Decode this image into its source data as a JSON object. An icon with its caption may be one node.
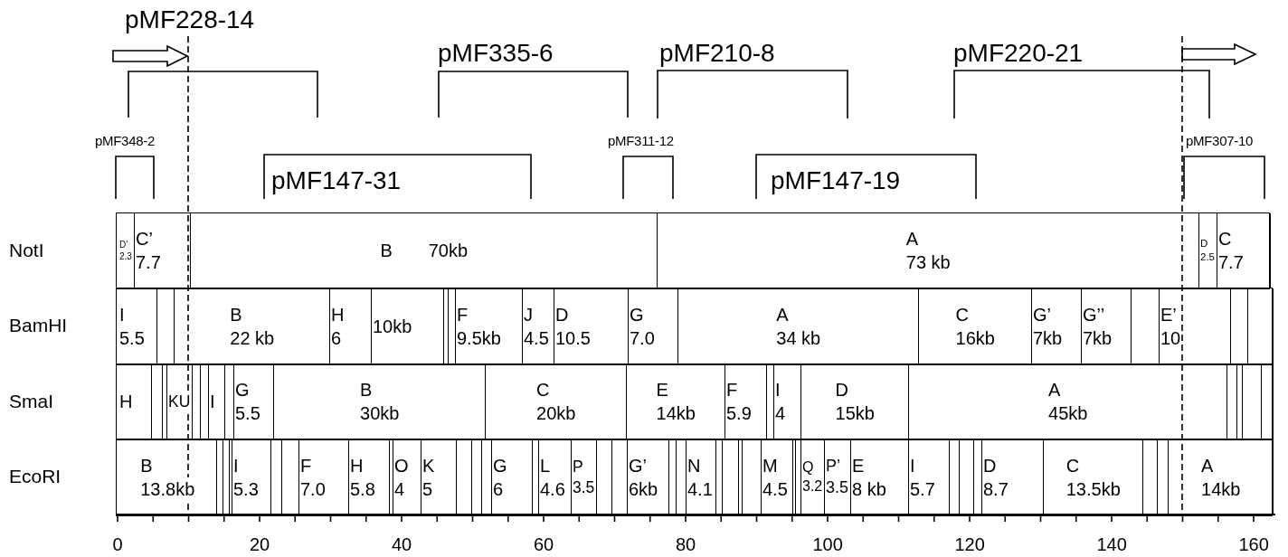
{
  "diagram": {
    "nodes": [
      {
        "text": [
          "pMF228-14"
        ]
      },
      {
        "text": [
          "pMF335-6"
        ]
      },
      {
        "text": [
          "pMF210-8"
        ]
      },
      {
        "text": [
          "pMF220-21"
        ]
      },
      {
        "text": [
          "pMF348-2"
        ]
      },
      {
        "text": [
          "pMF311-12"
        ]
      },
      {
        "text": [
          "pMF307-10"
        ]
      },
      {
        "text": [
          "pMF147-31"
        ]
      },
      {
        "text": [
          "pMF147-19"
        ]
      },
      {
        "text": [],
        "shape": "bar",
        "beside": [
          "NotI"
        ]
      },
      {
        "text": [
          "D’",
          "2.3"
        ],
        "in": 9
      },
      {
        "text": [
          "C’",
          "7.7"
        ],
        "in": 9
      },
      {
        "text": [
          "B",
          "70kb"
        ],
        "in": 9
      },
      {
        "text": [
          "A",
          "73 kb"
        ],
        "in": 9
      },
      {
        "text": [
          "D",
          "2.5"
        ],
        "in": 9
      },
      {
        "text": [
          "C",
          "7.7"
        ],
        "in": 9
      },
      {
        "text": [],
        "shape": "bar",
        "beside": [
          "BamHI"
        ]
      },
      {
        "text": [
          "I",
          "5.5"
        ],
        "in": 16
      },
      {
        "text": [],
        "shape": "box",
        "in": 16
      },
      {
        "text": [
          "B",
          "22 kb"
        ],
        "in": 16
      },
      {
        "text": [
          "H",
          "6"
        ],
        "in": 16
      },
      {
        "text": [
          "10kb"
        ],
        "in": 16
      },
      {
        "text": [],
        "shape": "box",
        "in": 16
      },
      {
        "text": [],
        "shape": "box",
        "in": 16
      },
      {
        "text": [
          "F",
          "9.5kb"
        ],
        "in": 16
      },
      {
        "text": [
          "J",
          "4.5"
        ],
        "in": 16
      },
      {
        "text": [
          "D",
          "10.5"
        ],
        "in": 16
      },
      {
        "text": [
          "G",
          "7.0"
        ],
        "in": 16
      },
      {
        "text": [
          "A",
          "34 kb"
        ],
        "in": 16
      },
      {
        "text": [
          "C",
          "16kb"
        ],
        "in": 16
      },
      {
        "text": [
          "G’",
          "7kb"
        ],
        "in": 16
      },
      {
        "text": [
          "G’’",
          "7kb"
        ],
        "in": 16
      },
      {
        "text": [],
        "shape": "box",
        "in": 16
      },
      {
        "text": [
          "E’",
          "10"
        ],
        "in": 16
      },
      {
        "text": [],
        "shape": "box",
        "in": 16
      },
      {
        "text": [],
        "shape": "box",
        "in": 16
      },
      {
        "text": [],
        "shape": "bar",
        "beside": [
          "SmaI"
        ]
      },
      {
        "text": [
          "H"
        ],
        "in": 36
      },
      {
        "text": [],
        "shape": "box",
        "in": 36
      },
      {
        "text": [],
        "shape": "box",
        "in": 36
      },
      {
        "text": [
          "KU"
        ],
        "in": 36
      },
      {
        "text": [],
        "shape": "box",
        "in": 36
      },
      {
        "text": [],
        "shape": "box",
        "in": 36
      },
      {
        "text": [
          "I"
        ],
        "in": 36
      },
      {
        "text": [],
        "shape": "box",
        "in": 36
      },
      {
        "text": [
          "G",
          "5.5"
        ],
        "in": 36
      },
      {
        "text": [
          "B",
          "30kb"
        ],
        "in": 36
      },
      {
        "text": [
          "C",
          "20kb"
        ],
        "in": 36
      },
      {
        "text": [
          "E",
          "14kb"
        ],
        "in": 36
      },
      {
        "text": [
          "F",
          "5.9"
        ],
        "in": 36
      },
      {
        "text": [],
        "shape": "box",
        "in": 36
      },
      {
        "text": [
          "I",
          "4"
        ],
        "in": 36
      },
      {
        "text": [
          "D",
          "15kb"
        ],
        "in": 36
      },
      {
        "text": [
          "A",
          "45kb"
        ],
        "in": 36
      },
      {
        "text": [],
        "shape": "box",
        "in": 36
      },
      {
        "text": [],
        "shape": "box",
        "in": 36
      },
      {
        "text": [],
        "shape": "box",
        "in": 36
      },
      {
        "text": [],
        "shape": "box",
        "in": 36
      },
      {
        "text": [],
        "shape": "bar",
        "beside": [
          "EcoRI"
        ]
      },
      {
        "text": [
          "B",
          "13.8kb"
        ],
        "in": 58
      },
      {
        "text": [],
        "shape": "box",
        "in": 58
      },
      {
        "text": [],
        "shape": "box",
        "in": 58
      },
      {
        "text": [],
        "shape": "box",
        "in": 58
      },
      {
        "text": [
          "I",
          "5.3"
        ],
        "in": 58
      },
      {
        "text": [],
        "shape": "box",
        "in": 58
      },
      {
        "text": [],
        "shape": "box",
        "in": 58
      },
      {
        "text": [
          "F",
          "7.0"
        ],
        "in": 58
      },
      {
        "text": [
          "H",
          "5.8"
        ],
        "in": 58
      },
      {
        "text": [],
        "shape": "box",
        "in": 58
      },
      {
        "text": [
          "O",
          "4"
        ],
        "in": 58
      },
      {
        "text": [
          "K",
          "5"
        ],
        "in": 58
      },
      {
        "text": [],
        "shape": "box",
        "in": 58
      },
      {
        "text": [],
        "shape": "box",
        "in": 58
      },
      {
        "text": [],
        "shape": "box",
        "in": 58
      },
      {
        "text": [
          "G",
          "6"
        ],
        "in": 58
      },
      {
        "text": [],
        "shape": "box",
        "in": 58
      },
      {
        "text": [
          "L",
          "4.6"
        ],
        "in": 58
      },
      {
        "text": [
          "P",
          "3.5"
        ],
        "in": 58
      },
      {
        "text": [],
        "shape": "box",
        "in": 58
      },
      {
        "text": [],
        "shape": "box",
        "in": 58
      },
      {
        "text": [
          "G’",
          "6kb"
        ],
        "in": 58
      },
      {
        "text": [],
        "shape": "box",
        "in": 58
      },
      {
        "text": [],
        "shape": "box",
        "in": 58
      },
      {
        "text": [
          "N",
          "4.1"
        ],
        "in": 58
      },
      {
        "text": [],
        "shape": "box",
        "in": 58
      },
      {
        "text": [],
        "shape": "box",
        "in": 58
      },
      {
        "text": [],
        "shape": "box",
        "in": 58
      },
      {
        "text": [],
        "shape": "box",
        "in": 58
      },
      {
        "text": [
          "M",
          "4.5"
        ],
        "in": 58
      },
      {
        "text": [],
        "shape": "box",
        "in": 58
      },
      {
        "text": [],
        "shape": "box",
        "in": 58
      },
      {
        "text": [
          "Q",
          "3.2"
        ],
        "in": 58
      },
      {
        "text": [
          "P’",
          "3.5"
        ],
        "in": 58
      },
      {
        "text": [
          "E",
          "8 kb"
        ],
        "in": 58
      },
      {
        "text": [
          "I",
          "5.7"
        ],
        "in": 58
      },
      {
        "text": [],
        "shape": "box",
        "in": 58
      },
      {
        "text": [],
        "shape": "box",
        "in": 58
      },
      {
        "text": [],
        "shape": "box",
        "in": 58
      },
      {
        "text": [
          "D",
          "8.7"
        ],
        "in": 58
      },
      {
        "text": [
          "C",
          "13.5kb"
        ],
        "in": 58
      },
      {
        "text": [],
        "shape": "box",
        "in": 58
      },
      {
        "text": [],
        "shape": "box",
        "in": 58
      },
      {
        "text": [
          "A",
          "14kb"
        ],
        "in": 58
      }
    ],
    "labels": [
      "0",
      "20",
      "40",
      "60",
      "80",
      "100",
      "120",
      "140",
      "160"
    ]
  }
}
